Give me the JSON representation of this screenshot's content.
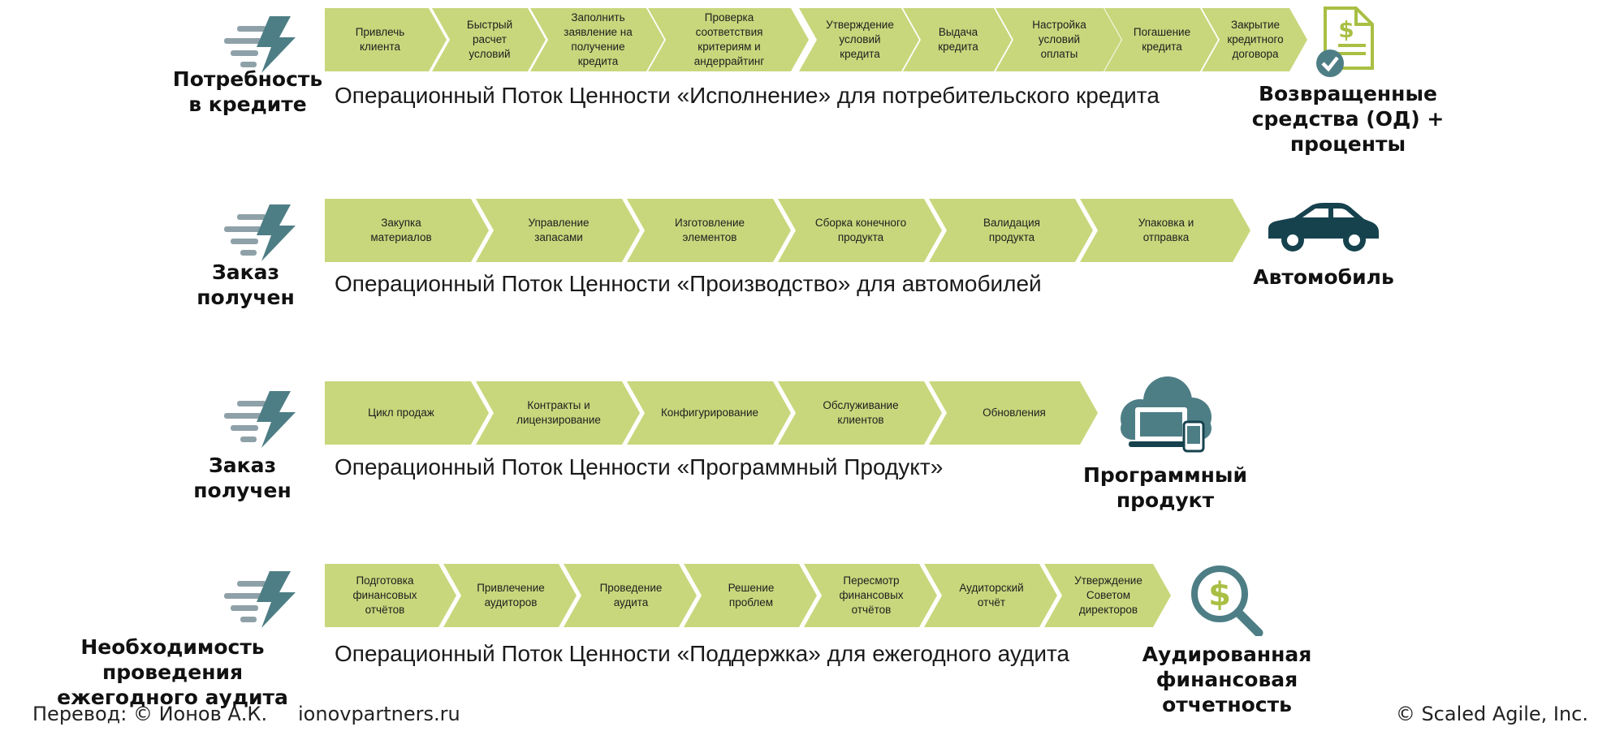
{
  "colors": {
    "step": "#c8d77c",
    "teal": "#4e7e85",
    "grey": "#8fa1a8",
    "green": "#a8bf43",
    "dark": "#16424e"
  },
  "streams": [
    {
      "trigger": "Потребность\nв кредите",
      "trigger_icon": "lightning-icon",
      "steps": [
        "Привлечь\nклиента",
        "Быстрый\nрасчет\nусловий",
        "Заполнить\nзаявление на\nполучение\nкредита",
        "Проверка\nсоответствия\nкритериям и\nандеррайтинг",
        "Утверждение\nусловий\nкредита",
        "Выдача\nкредита",
        "Настройка\nусловий\nоплаты",
        "Погашение\nкредита",
        "Закрытие\nкредитного\nдоговора"
      ],
      "title": "Операционный Поток Ценности «Исполнение» для потребительского кредита",
      "outcome": "Возвращенные\nсредства (ОД) +\nпроценты",
      "outcome_icon": "dollar-document-check-icon"
    },
    {
      "trigger": "Заказ\nполучен",
      "trigger_icon": "lightning-icon",
      "steps": [
        "Закупка\nматериалов",
        "Управление\nзапасами",
        "Изготовление\nэлементов",
        "Сборка конечного\nпродукта",
        "Валидация\nпродукта",
        "Упаковка и\nотправка"
      ],
      "title": "Операционный Поток Ценности «Производство» для автомобилей",
      "outcome": "Автомобиль",
      "outcome_icon": "car-icon"
    },
    {
      "trigger": "Заказ\nполучен",
      "trigger_icon": "lightning-icon",
      "steps": [
        "Цикл продаж",
        "Контракты и\nлицензирование",
        "Конфигурирование",
        "Обслуживание\nклиентов",
        "Обновления"
      ],
      "title": "Операционный Поток Ценности «Программный Продукт»",
      "outcome": "Программный\nпродукт",
      "outcome_icon": "cloud-devices-icon"
    },
    {
      "trigger": "Необходимость проведения\nежегодного аудита",
      "trigger_icon": "lightning-icon",
      "steps": [
        "Подготовка\nфинансовых\nотчётов",
        "Привлечение\nаудиторов",
        "Проведение\nаудита",
        "Решение\nпроблем",
        "Пересмотр\nфинансовых\nотчётов",
        "Аудиторский\nотчёт",
        "Утверждение\nСоветом\nдиректоров"
      ],
      "title": "Операционный Поток Ценности «Поддержка» для ежегодного аудита",
      "outcome": "Аудированная\nфинансовая отчетность",
      "outcome_icon": "magnifier-dollar-icon"
    }
  ],
  "footer": {
    "translation": "Перевод: © Ионов А.К.",
    "site": "ionovpartners.ru",
    "copyright": "© Scaled Agile,  Inc."
  }
}
